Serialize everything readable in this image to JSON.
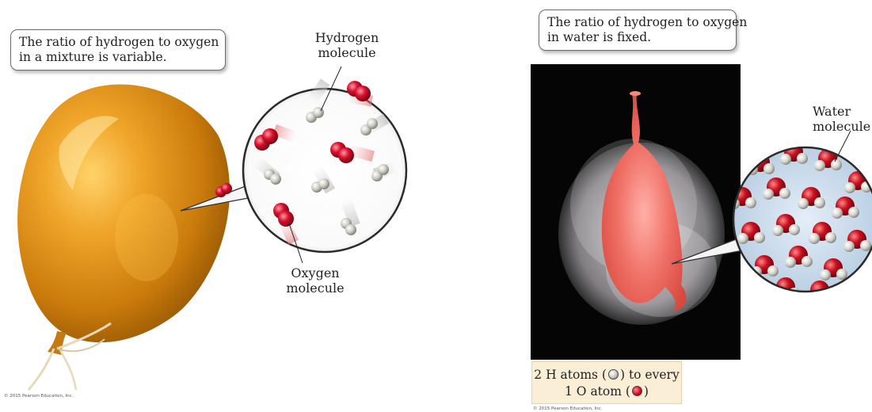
{
  "left": {
    "callout": "The ratio of hydrogen to oxygen\nin a mixture is variable.",
    "hydrogen_label": "Hydrogen\nmolecule",
    "oxygen_label": "Oxygen\nmolecule",
    "credit": "© 2015 Pearson Education, Inc."
  },
  "right": {
    "callout": "The ratio of hydrogen to oxygen\nin water is fixed.",
    "water_label": "Water\nmolecule",
    "ratio_line1_a": "2 H atoms (",
    "ratio_line1_b": ") to every",
    "ratio_line2_a": "1 O atom (",
    "ratio_line2_b": ")",
    "credit": "© 2015 Pearson Education, Inc."
  },
  "colors": {
    "balloon": "#e89a1a",
    "oxygen_atom": "#d0102a",
    "hydrogen_atom": "#d8d8d0",
    "photo_background": "#050505",
    "water_balloon": "#f26060",
    "ratio_box": "#fbeed6"
  }
}
